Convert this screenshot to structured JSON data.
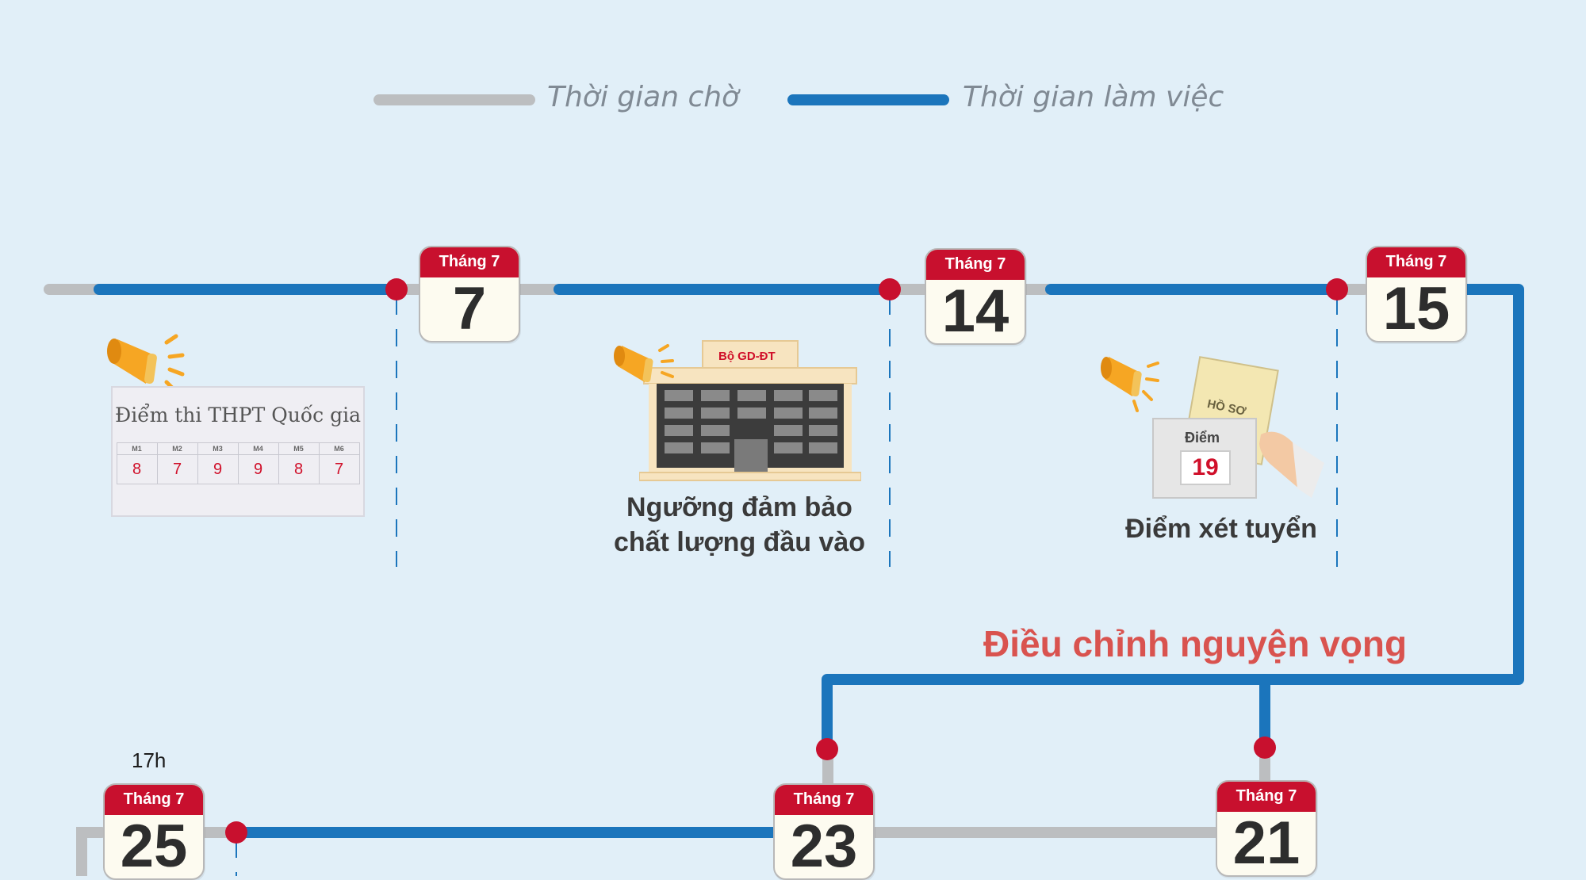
{
  "legend": {
    "wait_label": "Thời gian chờ",
    "work_label": "Thời gian làm việc",
    "wait_color": "#bcbec0",
    "work_color": "#1b75bc"
  },
  "calendars": [
    {
      "month": "Tháng 7",
      "day": "7"
    },
    {
      "month": "Tháng 7",
      "day": "14"
    },
    {
      "month": "Tháng 7",
      "day": "15"
    },
    {
      "month": "Tháng 7",
      "day": "25"
    },
    {
      "month": "Tháng 7",
      "day": "23"
    },
    {
      "month": "Tháng 7",
      "day": "21"
    }
  ],
  "scorecard": {
    "title": "Điểm thi THPT Quốc gia",
    "headers": [
      "M1",
      "M2",
      "M3",
      "M4",
      "M5",
      "M6"
    ],
    "values": [
      "8",
      "7",
      "9",
      "9",
      "8",
      "7"
    ]
  },
  "building_sign": "Bộ GD-ĐT",
  "threshold_label_line1": "Ngưỡng đảm bảo",
  "threshold_label_line2": "chất lượng đầu vào",
  "dossier": {
    "title": "HỒ SƠ",
    "score_label": "Điểm",
    "score_value": "19"
  },
  "admission_label": "Điểm xét tuyển",
  "adjust_title": "Điều chỉnh nguyện vọng",
  "time_note": "17h",
  "icons": [
    "megaphone-icon",
    "ministry-building-icon",
    "dossier-hand-icon",
    "calendar-icon"
  ],
  "accent_red": "#c8102e",
  "title_red": "#d9534f"
}
